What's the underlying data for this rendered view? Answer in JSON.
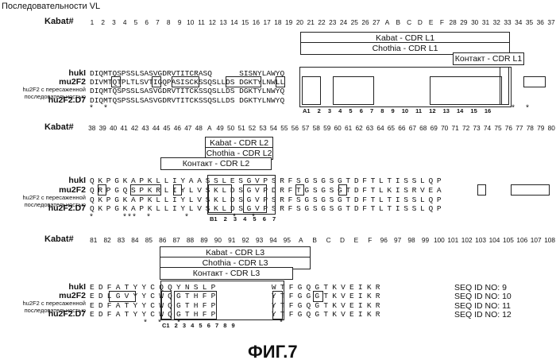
{
  "title": "Последовательности VL",
  "kabat_label": "Kabat#",
  "blocks": [
    {
      "kabat": [
        "1",
        "2",
        "3",
        "4",
        "5",
        "6",
        "7",
        "8",
        "9",
        "10",
        "11",
        "12",
        "13",
        "14",
        "15",
        "16",
        "17",
        "18",
        "19",
        "20",
        "21",
        "22",
        "23",
        "24",
        "25",
        "26",
        "27",
        "A",
        "B",
        "C",
        "D",
        "E",
        "F",
        "28",
        "29",
        "30",
        "31",
        "32",
        "33",
        "34",
        "35",
        "36",
        "37"
      ],
      "regions": [
        "Kabat - CDR L1",
        "Chothia - CDR L1",
        "Контакт - CDR L1"
      ],
      "rows": [
        {
          "label": "hukI",
          "sequence": "DIQMTQSPSSLSASVGDRVTITCRASQ      SISNYLAWYQ"
        },
        {
          "label": "mu2F2",
          "sequence": "DIVMTQTPLTLSVTIGQPASISCKSSQSLLDS DGKTYLNWLL"
        },
        {
          "label": "hu2F2 с пересаженной последовательностью",
          "sequence": "DIQMTQSPSSLSASVGDRVTITCKSSQSLLDS DGKTYLNWYQ"
        },
        {
          "label": "hu2F2.D7",
          "sequence": "DIQMTQSPSSLSASVGDRVTITCKSSQSLLDS DGKTYLNWYQ"
        }
      ],
      "asterisks": "*  *",
      "sub_numbers": "A1 2 3 4 5 6 7 8 9 10 11 12 13 14 15 16"
    },
    {
      "kabat": [
        "38",
        "39",
        "40",
        "41",
        "42",
        "43",
        "44",
        "45",
        "46",
        "47",
        "48",
        "A",
        "49",
        "50",
        "51",
        "52",
        "53",
        "54",
        "55",
        "56",
        "57",
        "58",
        "59",
        "60",
        "61",
        "62",
        "63",
        "64",
        "65",
        "66",
        "67",
        "68",
        "69",
        "70",
        "71",
        "72",
        "73",
        "74",
        "75",
        "76",
        "77",
        "78",
        "79",
        "80"
      ],
      "regions": [
        "Kabat - CDR L2",
        "Chothia - CDR L2",
        "Контакт - CDR L2"
      ],
      "rows": [
        {
          "label": "hukI",
          "sequence": "QKPGKAPKLLIYAASSLESGVPSRFSGSGSGTDFTLTISSLQP"
        },
        {
          "label": "mu2F2",
          "sequence": "QRPGQSPKRLIYLVSKLDSGVPDRFTGSGSGTDFTLKISRVEA"
        },
        {
          "label": "hu2F2 с пересаженной последовательностью",
          "sequence": "QKPGKAPKLLIYLVSKLDSGVPSRFSGSGSGTDFTLTISSLQP"
        },
        {
          "label": "hu2F2.D7",
          "sequence": "QKPGKAPKLLIYLVSKLDSGVPSRFSGSGSGTDFTLTISSLQP"
        }
      ],
      "asterisks": "*      ***  *       *         *   *",
      "sub_numbers": "B1 2 3 4 5 6 7"
    },
    {
      "kabat": [
        "81",
        "82",
        "83",
        "84",
        "85",
        "86",
        "87",
        "88",
        "89",
        "90",
        "91",
        "92",
        "93",
        "94",
        "95",
        "A",
        "B",
        "C",
        "D",
        "E",
        "F",
        "96",
        "97",
        "98",
        "99",
        "100",
        "101",
        "102",
        "103",
        "104",
        "105",
        "106",
        "107",
        "108"
      ],
      "regions": [
        "Kabat - CDR L3",
        "Chothia - CDR L3",
        "Контакт - CDR L3"
      ],
      "rows": [
        {
          "label": "hukI",
          "sequence": "EDFATYYCQQYNSLP      WTFGQGTKVEIKR",
          "seq_id": "SEQ ID NO: 9"
        },
        {
          "label": "mu2F2",
          "sequence": "EDLGVYYCWQGTHFP      YTFGGGTKVEIKR",
          "seq_id": "SEQ ID NO: 10"
        },
        {
          "label": "hu2F2 с пересаженной последовательностью",
          "sequence": "EDFATYYCWQGTHFP      YTFGQGTKVEIKR",
          "seq_id": "SEQ ID NO: 11"
        },
        {
          "label": "hu2F2.D7",
          "sequence": "EDFATYYCWQGTHFP      YTFGQGTKVEIKR",
          "seq_id": "SEQ ID NO: 12"
        }
      ],
      "asterisks": "*  *   *",
      "sub_numbers": "C1 2 3 4 5 6 7 8 9"
    }
  ],
  "figure_label": "ФИГ.7"
}
